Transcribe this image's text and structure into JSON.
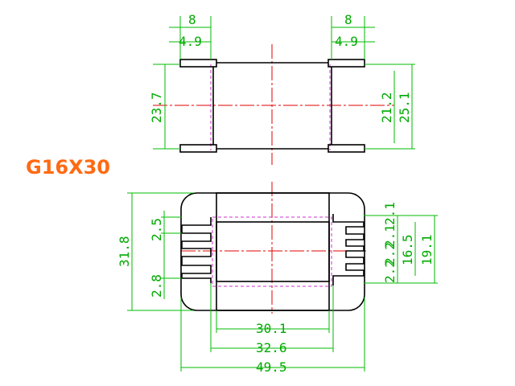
{
  "title": "G16X30",
  "dimensions": {
    "top_left_width": "8",
    "top_left_inner": "4.9",
    "top_right_width": "8",
    "top_right_inner": "4.9",
    "top_left_height": "23.7",
    "top_right_inner_height": "21.2",
    "top_right_outer_height": "25.1",
    "bottom_overall_height": "31.8",
    "bottom_slot_upper": "2.5",
    "bottom_slot_lower": "2.8",
    "bottom_right_pitch_a": "2.1",
    "bottom_right_pitch_b": "2.1",
    "bottom_right_pitch_c": "2.2",
    "bottom_right_pitch_d": "2.2",
    "bottom_right_span": "16.5",
    "bottom_right_total": "19.1",
    "width_inner": "30.1",
    "width_middle": "32.6",
    "width_overall": "49.5"
  },
  "colors": {
    "outline": "#000000",
    "dimension": "#00aa00",
    "centerline": "#e00000",
    "hidden_line": "#cc33cc",
    "title": "#ff6a13"
  }
}
